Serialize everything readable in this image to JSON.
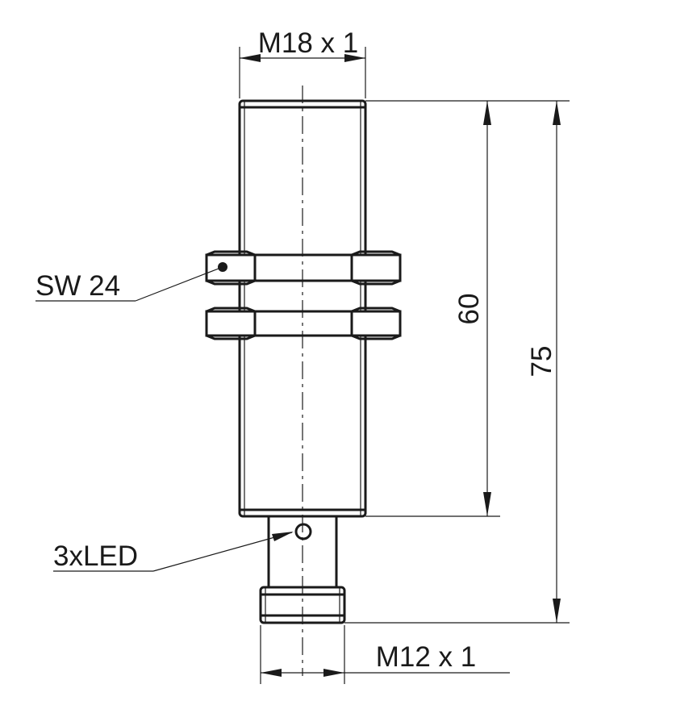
{
  "labels": {
    "thread_top": "M18 x 1",
    "thread_bottom": "M12 x 1",
    "wrench_size": "SW 24",
    "led": "3xLED",
    "length_body": "60",
    "length_total": "75"
  },
  "colors": {
    "line": "#1a1a1a",
    "background": "#ffffff"
  }
}
